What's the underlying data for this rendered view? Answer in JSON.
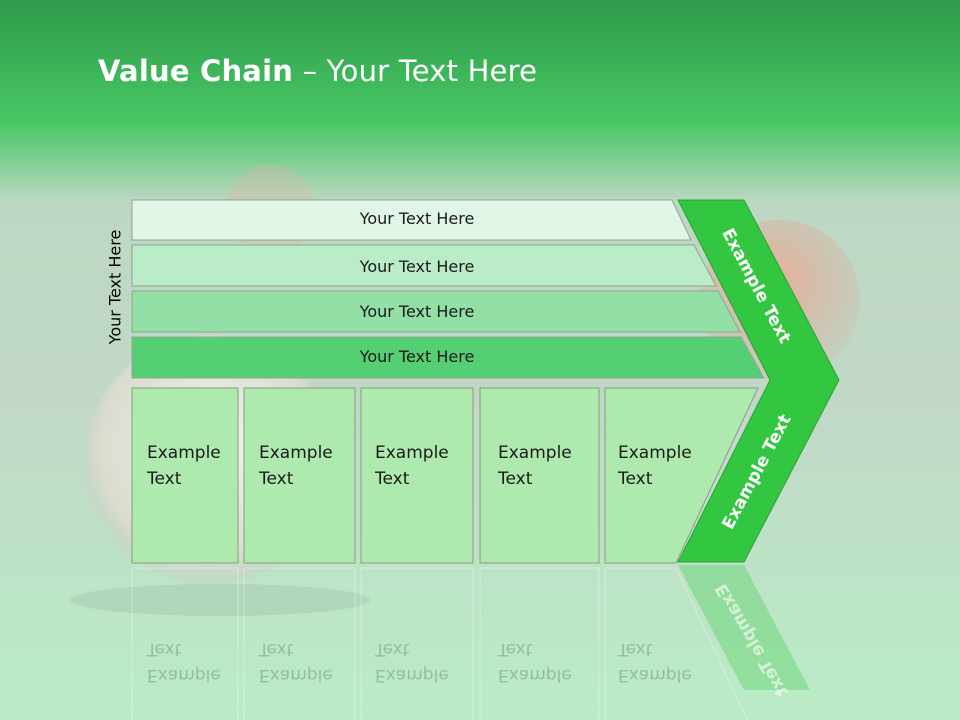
{
  "title": {
    "bold": "Value Chain",
    "rest": " – Your Text Here"
  },
  "side_label": "Your Text Here",
  "bands": [
    {
      "label": "Your Text Here",
      "color": "#e0f6e6"
    },
    {
      "label": "Your Text Here",
      "color": "#b9ecc7"
    },
    {
      "label": "Your Text Here",
      "color": "#93e0a7"
    },
    {
      "label": "Your Text Here",
      "color": "#55cf73"
    }
  ],
  "boxes": [
    {
      "line1": "Example",
      "line2": "Text"
    },
    {
      "line1": "Example",
      "line2": "Text"
    },
    {
      "line1": "Example",
      "line2": "Text"
    },
    {
      "line1": "Example",
      "line2": "Text"
    },
    {
      "line1": "Example",
      "line2": "Text"
    }
  ],
  "chevron": {
    "top_label": "Example Text",
    "bottom_label": "Example Text",
    "color": "#33c640"
  },
  "colors": {
    "header": "#3fc25d",
    "box_fill": "#aeeaae",
    "box_border": "#8a9a8a"
  }
}
